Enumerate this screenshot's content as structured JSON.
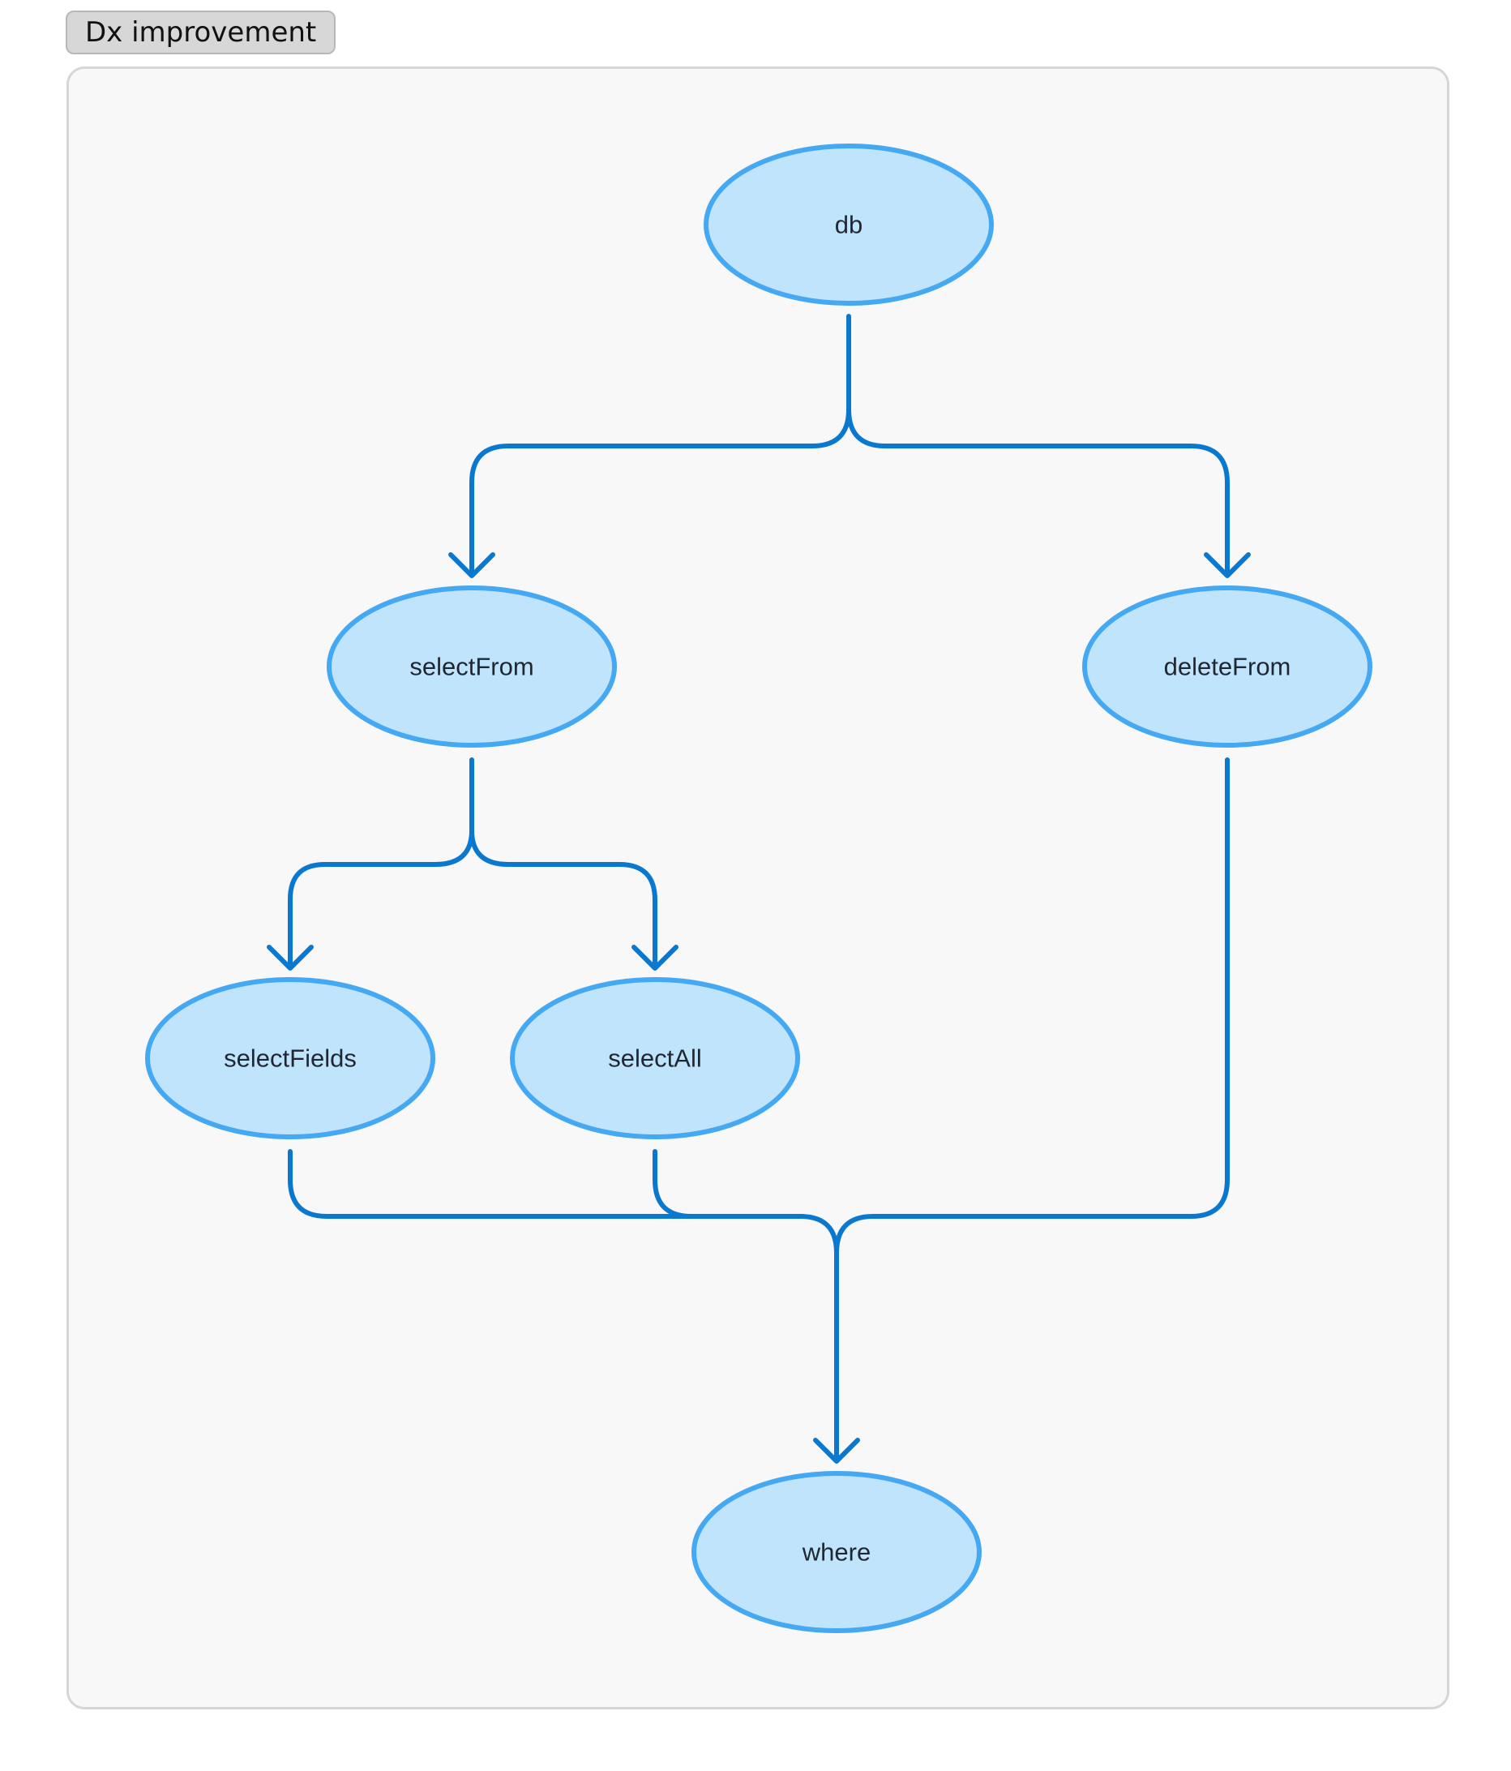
{
  "header": {
    "title": "Dx improvement"
  },
  "diagram": {
    "colors": {
      "node_fill": "#c0e4fc",
      "node_stroke": "#45a8f2",
      "edge": "#0b78d0",
      "panel_bg": "#f8f8f9"
    },
    "nodes": [
      {
        "id": "db",
        "label": "db"
      },
      {
        "id": "selectFrom",
        "label": "selectFrom"
      },
      {
        "id": "deleteFrom",
        "label": "deleteFrom"
      },
      {
        "id": "selectFields",
        "label": "selectFields"
      },
      {
        "id": "selectAll",
        "label": "selectAll"
      },
      {
        "id": "where",
        "label": "where"
      }
    ],
    "edges": [
      {
        "from": "db",
        "to": "selectFrom"
      },
      {
        "from": "db",
        "to": "deleteFrom"
      },
      {
        "from": "selectFrom",
        "to": "selectFields"
      },
      {
        "from": "selectFrom",
        "to": "selectAll"
      },
      {
        "from": "selectFields",
        "to": "where"
      },
      {
        "from": "selectAll",
        "to": "where"
      },
      {
        "from": "deleteFrom",
        "to": "where"
      }
    ]
  }
}
